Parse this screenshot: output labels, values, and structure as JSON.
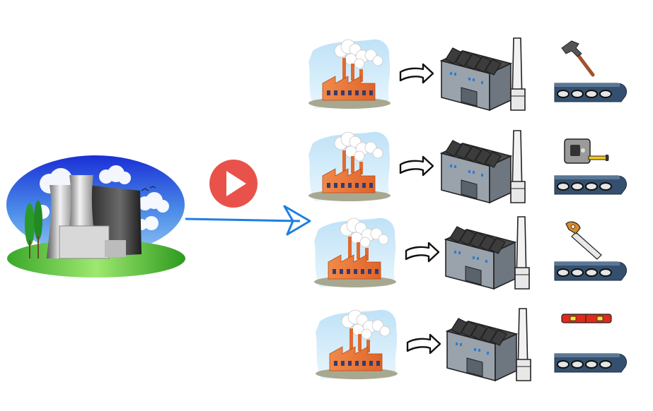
{
  "diagram": {
    "main_plant": {
      "icon": "power-plant-illustration"
    },
    "play_button": {
      "icon": "play-icon",
      "color": "#e8524a"
    },
    "connector": {
      "icon": "arrow-right-icon",
      "color": "#1e7fe0"
    },
    "rows": [
      {
        "small_factory_icon": "small-factory-clipart",
        "arrow_icon": "curved-arrow-icon",
        "factory_icon": "factory-building-icon",
        "product_icon": "hammer-icon",
        "conveyor_icon": "conveyor-belt-icon"
      },
      {
        "small_factory_icon": "small-factory-clipart",
        "arrow_icon": "curved-arrow-icon",
        "factory_icon": "factory-building-icon",
        "product_icon": "tape-measure-icon",
        "conveyor_icon": "conveyor-belt-icon"
      },
      {
        "small_factory_icon": "small-factory-clipart",
        "arrow_icon": "curved-arrow-icon",
        "factory_icon": "factory-building-icon",
        "product_icon": "hand-saw-icon",
        "conveyor_icon": "conveyor-belt-icon"
      },
      {
        "small_factory_icon": "small-factory-clipart",
        "arrow_icon": "curved-arrow-icon",
        "factory_icon": "factory-building-icon",
        "product_icon": "spirit-level-icon",
        "conveyor_icon": "conveyor-belt-icon"
      }
    ]
  }
}
